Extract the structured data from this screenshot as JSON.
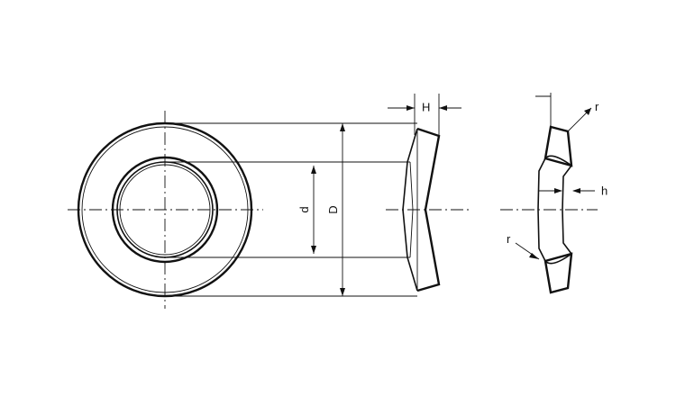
{
  "labels": {
    "H": "H",
    "d": "d",
    "D": "D",
    "h": "h",
    "r_top": "r",
    "r_left": "r"
  },
  "colors": {
    "line": "#111111",
    "background": "#ffffff"
  }
}
